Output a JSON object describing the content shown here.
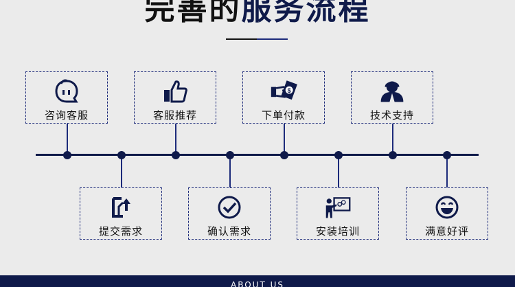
{
  "header": {
    "title_part1": "完善的",
    "title_part2": "服务流程"
  },
  "steps_top": [
    {
      "label": "咨询客服",
      "icon": "chat-bubble-face-icon"
    },
    {
      "label": "客服推荐",
      "icon": "thumbs-up-icon"
    },
    {
      "label": "下单付款",
      "icon": "hand-money-icon"
    },
    {
      "label": "技术支持",
      "icon": "support-person-icon"
    }
  ],
  "steps_bottom": [
    {
      "label": "提交需求",
      "icon": "upload-document-icon"
    },
    {
      "label": "确认需求",
      "icon": "check-circle-icon"
    },
    {
      "label": "安装培训",
      "icon": "teacher-board-icon"
    },
    {
      "label": "满意好评",
      "icon": "smile-face-icon"
    }
  ],
  "footer": {
    "text": "ABOUT US"
  },
  "colors": {
    "navy": "#0f1a4a",
    "accent": "#1c2a7a",
    "background": "#ebebeb"
  }
}
